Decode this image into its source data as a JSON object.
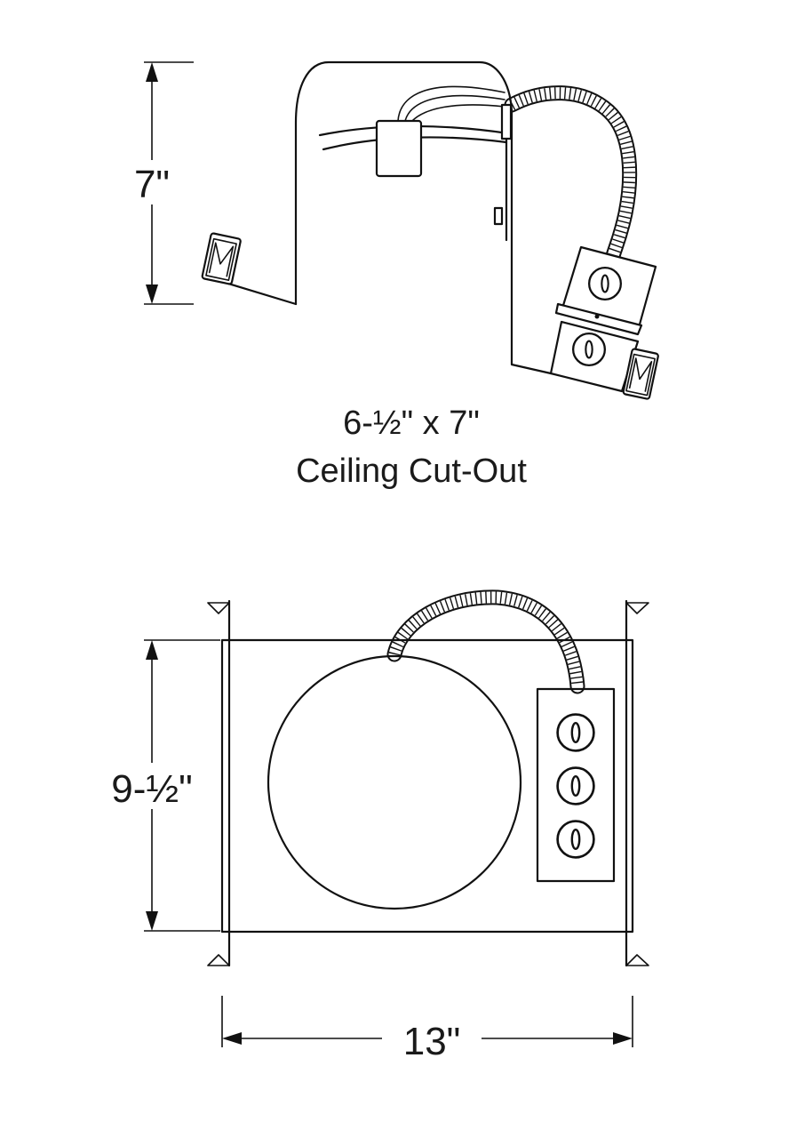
{
  "labels": {
    "side_height": "7\"",
    "cutout_size": "6-½\" x 7\"",
    "cutout_caption": "Ceiling Cut-Out",
    "plan_height": "9-½\"",
    "plan_width": "13\""
  },
  "icons": {
    "clip": "nail-in-clip-icon",
    "knockout": "knockout-icon",
    "conduit": "flex-conduit"
  },
  "colors": {
    "line": "#111111",
    "text": "#1a1a1a",
    "background": "#ffffff"
  }
}
